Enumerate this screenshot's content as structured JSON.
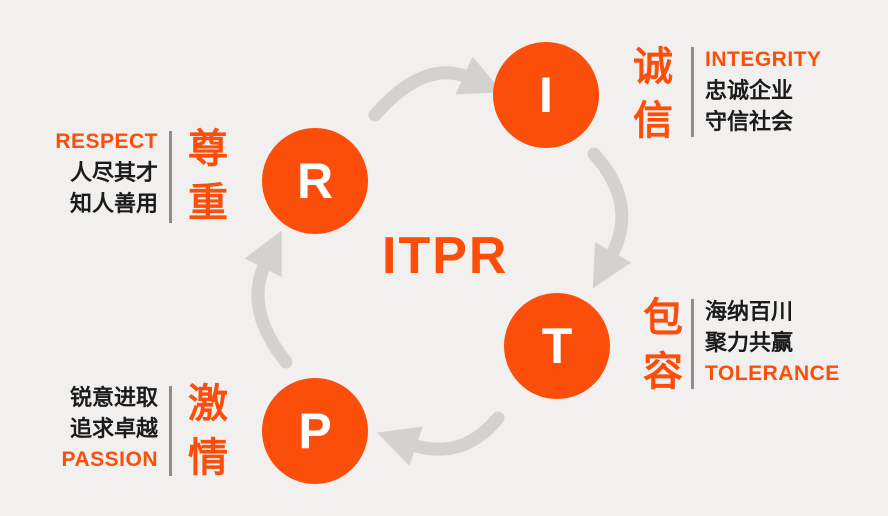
{
  "center_title": "ITPR",
  "colors": {
    "bg": "#f1f0ee",
    "accent": "#fb4e0b",
    "ink": "#1b1b1b",
    "arrow": "#d3d2d0",
    "divider": "#8d8d8d",
    "circle-text": "#ffffff"
  },
  "nodes": {
    "integrity": {
      "letter": "I",
      "vertical": "诚信",
      "title": "INTEGRITY",
      "line1": "忠诚企业",
      "line2": "守信社会"
    },
    "respect": {
      "letter": "R",
      "vertical": "尊重",
      "title": "RESPECT",
      "line1": "人尽其才",
      "line2": "知人善用"
    },
    "tolerance": {
      "letter": "T",
      "vertical": "包容",
      "title": "TOLERANCE",
      "line1": "海纳百川",
      "line2": "聚力共赢"
    },
    "passion": {
      "letter": "P",
      "vertical": "激情",
      "title": "PASSION",
      "line1": "锐意进取",
      "line2": "追求卓越"
    }
  }
}
